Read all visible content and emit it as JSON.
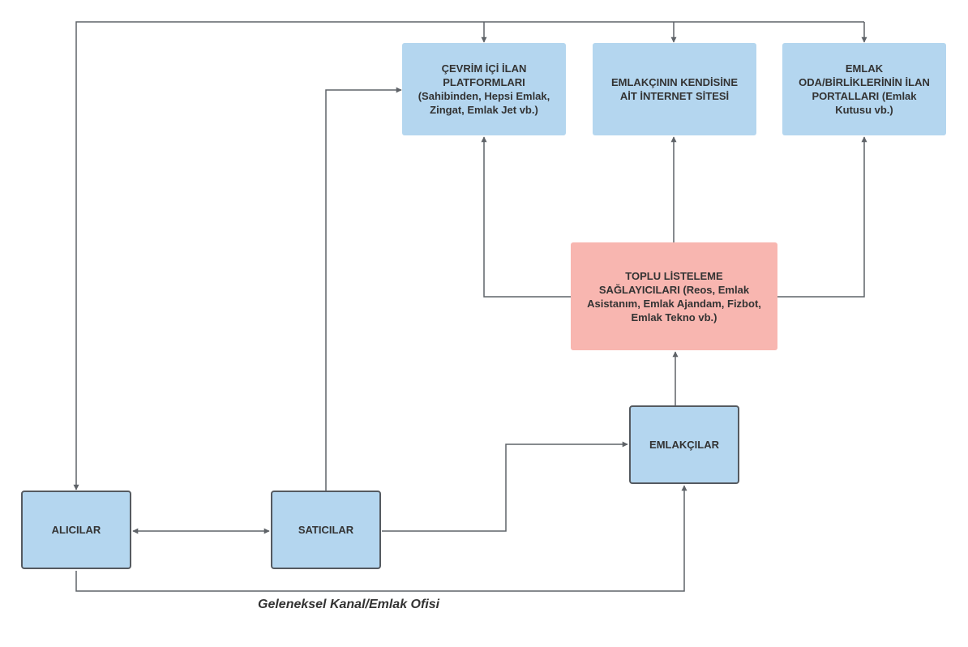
{
  "nodes": {
    "online_platforms": "ÇEVRİM İÇİ İLAN\nPLATFORMLARI\n(Sahibinden, Hepsi Emlak,\nZingat, Emlak Jet vb.)",
    "agent_website": "EMLAKÇININ KENDİSİNE\nAİT İNTERNET SİTESİ",
    "chamber_portals": "EMLAK\nODA/BİRLİKLERİNİN İLAN\nPORTALLARI (Emlak\nKutusu vb.)",
    "bulk_listing": "TOPLU LİSTELEME\nSAĞLAYICILARI (Reos, Emlak\nAsistanım, Emlak Ajandam, Fizbot,\nEmlak Tekno vb.)",
    "agents": "EMLAKÇILAR",
    "buyers": "ALICILAR",
    "sellers": "SATICILAR"
  },
  "caption": "Geleneksel Kanal/Emlak Ofisi",
  "colors": {
    "box_blue": "#b4d6ef",
    "box_red": "#f8b6b0",
    "line": "#5f6368",
    "text": "#333333"
  }
}
